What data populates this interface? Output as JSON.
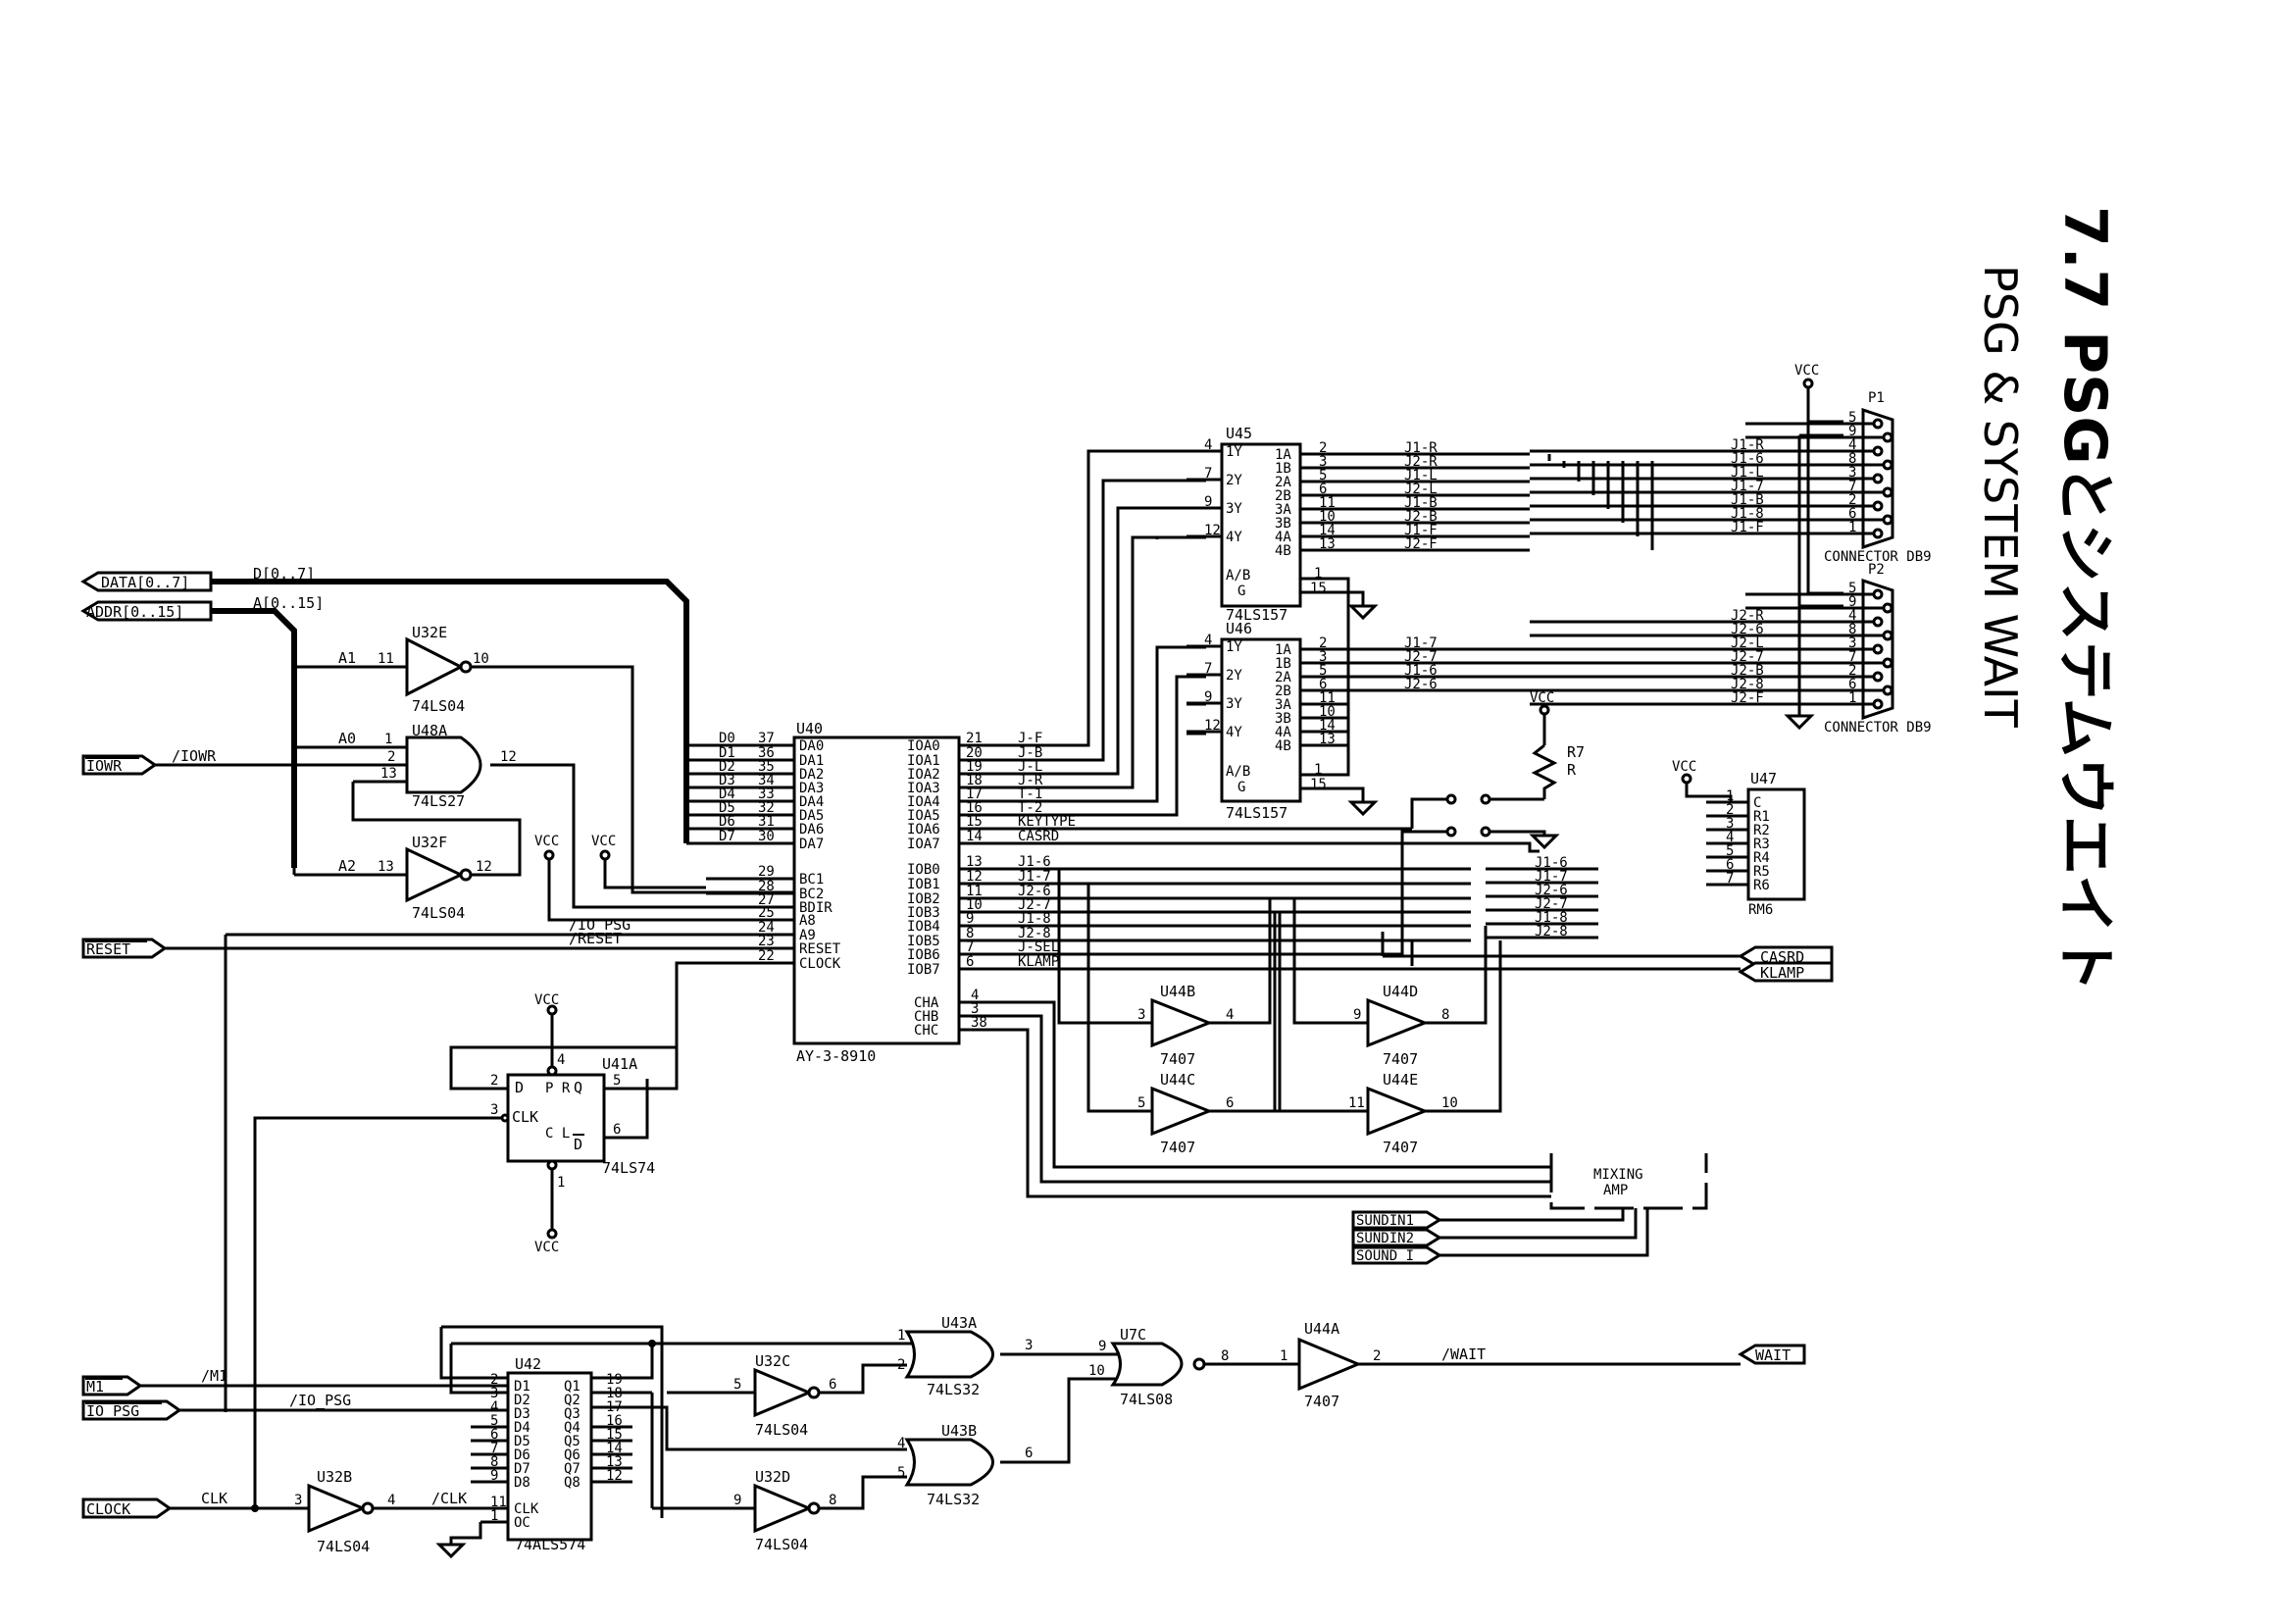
{
  "title": {
    "main": "7.7 PSGとシステムウエイト",
    "sub": "PSG & SYSTEM WAIT"
  },
  "ports": {
    "data": "DATA[0..7]",
    "addr": "ADDR[0..15]",
    "iowr": "IOWR",
    "reset": "RESET",
    "m1": "M1",
    "io_psg": "IO_PSG",
    "clock": "CLOCK",
    "wait": "WAIT",
    "casrd": "CASRD",
    "klamp": "KLAMP",
    "sundin1": "SUNDIN1",
    "sundin2": "SUNDIN2",
    "sound_i": "SOUND_I"
  },
  "nets": {
    "d_bus": "D[0..7]",
    "a_bus": "A[0..15]",
    "a1": "A1",
    "a0": "A0",
    "a2": "A2",
    "iowr": "/IOWR",
    "io_psg": "/IO_PSG",
    "reset": "/RESET",
    "m1": "/M1",
    "io_psg2": "/IO_PSG",
    "clk": "CLK",
    "clk_n": "/CLK",
    "wait": "/WAIT",
    "vcc": "VCC"
  },
  "parts": {
    "u32e": {
      "ref": "U32E",
      "type": "74LS04"
    },
    "u48a": {
      "ref": "U48A",
      "type": "74LS27"
    },
    "u32f": {
      "ref": "U32F",
      "type": "74LS04"
    },
    "u40": {
      "ref": "U40",
      "type": "AY-3-8910"
    },
    "u41a": {
      "ref": "U41A",
      "type": "74LS74"
    },
    "u45": {
      "ref": "U45",
      "type": "74LS157"
    },
    "u46": {
      "ref": "U46",
      "type": "74LS157"
    },
    "u44b": {
      "ref": "U44B",
      "type": "7407"
    },
    "u44c": {
      "ref": "U44C",
      "type": "7407"
    },
    "u44d": {
      "ref": "U44D",
      "type": "7407"
    },
    "u44e": {
      "ref": "U44E",
      "type": "7407"
    },
    "u44a": {
      "ref": "U44A",
      "type": "7407"
    },
    "u42": {
      "ref": "U42",
      "type": "74ALS574"
    },
    "u32c": {
      "ref": "U32C",
      "type": "74LS04"
    },
    "u32d": {
      "ref": "U32D",
      "type": "74LS04"
    },
    "u32b": {
      "ref": "U32B",
      "type": "74LS04"
    },
    "u43a": {
      "ref": "U43A",
      "type": "74LS32"
    },
    "u43b": {
      "ref": "U43B",
      "type": "74LS32"
    },
    "u7c": {
      "ref": "U7C",
      "type": "74LS08"
    },
    "u47": {
      "ref": "U47",
      "type": "RM6"
    },
    "r7": {
      "ref": "R7",
      "type": "R"
    },
    "p1": {
      "ref": "P1",
      "type": "CONNECTOR DB9"
    },
    "p2": {
      "ref": "P2",
      "type": "CONNECTOR DB9"
    },
    "mix": {
      "ref": "MIXING",
      "type": "AMP"
    }
  },
  "u40_left": [
    {
      "pin": "37",
      "sig": "D0",
      "name": "DA0"
    },
    {
      "pin": "36",
      "sig": "D1",
      "name": "DA1"
    },
    {
      "pin": "35",
      "sig": "D2",
      "name": "DA2"
    },
    {
      "pin": "34",
      "sig": "D3",
      "name": "DA3"
    },
    {
      "pin": "33",
      "sig": "D4",
      "name": "DA4"
    },
    {
      "pin": "32",
      "sig": "D5",
      "name": "DA5"
    },
    {
      "pin": "31",
      "sig": "D6",
      "name": "DA6"
    },
    {
      "pin": "30",
      "sig": "D7",
      "name": "DA7"
    },
    {
      "pin": "29",
      "sig": "",
      "name": "BC1"
    },
    {
      "pin": "28",
      "sig": "",
      "name": "BC2"
    },
    {
      "pin": "27",
      "sig": "",
      "name": "BDIR"
    },
    {
      "pin": "25",
      "sig": "",
      "name": "A8"
    },
    {
      "pin": "24",
      "sig": "",
      "name": "A9"
    },
    {
      "pin": "23",
      "sig": "",
      "name": "RESET"
    },
    {
      "pin": "22",
      "sig": "",
      "name": "CLOCK"
    }
  ],
  "u40_right": [
    {
      "pin": "21",
      "name": "IOA0",
      "sig": "J-F"
    },
    {
      "pin": "20",
      "name": "IOA1",
      "sig": "J-B"
    },
    {
      "pin": "19",
      "name": "IOA2",
      "sig": "J-L"
    },
    {
      "pin": "18",
      "name": "IOA3",
      "sig": "J-R"
    },
    {
      "pin": "17",
      "name": "IOA4",
      "sig": "T-1"
    },
    {
      "pin": "16",
      "name": "IOA5",
      "sig": "T-2"
    },
    {
      "pin": "15",
      "name": "IOA6",
      "sig": "KEYTYPE"
    },
    {
      "pin": "14",
      "name": "IOA7",
      "sig": "CASRD"
    },
    {
      "pin": "13",
      "name": "IOB0",
      "sig": "J1-6"
    },
    {
      "pin": "12",
      "name": "IOB1",
      "sig": "J1-7"
    },
    {
      "pin": "11",
      "name": "IOB2",
      "sig": "J2-6"
    },
    {
      "pin": "10",
      "name": "IOB3",
      "sig": "J2-7"
    },
    {
      "pin": "9",
      "name": "IOB4",
      "sig": "J1-8"
    },
    {
      "pin": "8",
      "name": "IOB5",
      "sig": "J2-8"
    },
    {
      "pin": "7",
      "name": "IOB6",
      "sig": "J-SEL"
    },
    {
      "pin": "6",
      "name": "IOB7",
      "sig": "KLAMP"
    }
  ],
  "u40_ch": [
    {
      "pin": "4",
      "name": "CHA"
    },
    {
      "pin": "3",
      "name": "CHB"
    },
    {
      "pin": "38",
      "name": "CHC"
    }
  ],
  "u45_out": [
    {
      "pin": "2",
      "name": "1A",
      "sig": "J1-R"
    },
    {
      "pin": "3",
      "name": "1B",
      "sig": "J2-R"
    },
    {
      "pin": "5",
      "name": "2A",
      "sig": "J1-L"
    },
    {
      "pin": "6",
      "name": "2B",
      "sig": "J2-L"
    },
    {
      "pin": "11",
      "name": "3A",
      "sig": "J1-B"
    },
    {
      "pin": "10",
      "name": "3B",
      "sig": "J2-B"
    },
    {
      "pin": "14",
      "name": "4A",
      "sig": "J1-F"
    },
    {
      "pin": "13",
      "name": "4B",
      "sig": "J2-F"
    }
  ],
  "u45_y": [
    {
      "pin": "4",
      "name": "1Y"
    },
    {
      "pin": "7",
      "name": "2Y"
    },
    {
      "pin": "9",
      "name": "3Y"
    },
    {
      "pin": "12",
      "name": "4Y"
    }
  ],
  "u46_out": [
    {
      "pin": "2",
      "name": "1A",
      "sig": "J1-7"
    },
    {
      "pin": "3",
      "name": "1B",
      "sig": "J2-7"
    },
    {
      "pin": "5",
      "name": "2A",
      "sig": "J1-6"
    },
    {
      "pin": "6",
      "name": "2B",
      "sig": "J2-6"
    },
    {
      "pin": "11",
      "name": "3A",
      "sig": ""
    },
    {
      "pin": "10",
      "name": "3B",
      "sig": ""
    },
    {
      "pin": "14",
      "name": "4A",
      "sig": ""
    },
    {
      "pin": "13",
      "name": "4B",
      "sig": ""
    }
  ],
  "u46_y": [
    {
      "pin": "4",
      "name": "1Y"
    },
    {
      "pin": "7",
      "name": "2Y"
    },
    {
      "pin": "9",
      "name": "3Y"
    },
    {
      "pin": "12",
      "name": "4Y"
    }
  ],
  "p1_pins": [
    {
      "pin": "5",
      "sig": ""
    },
    {
      "pin": "9",
      "sig": ""
    },
    {
      "pin": "4",
      "sig": "J1-R"
    },
    {
      "pin": "8",
      "sig": "J1-6"
    },
    {
      "pin": "3",
      "sig": "J1-L"
    },
    {
      "pin": "7",
      "sig": "J1-7"
    },
    {
      "pin": "2",
      "sig": "J1-B"
    },
    {
      "pin": "6",
      "sig": "J1-8"
    },
    {
      "pin": "1",
      "sig": "J1-F"
    }
  ],
  "p2_pins": [
    {
      "pin": "5",
      "sig": ""
    },
    {
      "pin": "9",
      "sig": ""
    },
    {
      "pin": "4",
      "sig": "J2-R"
    },
    {
      "pin": "8",
      "sig": "J2-6"
    },
    {
      "pin": "3",
      "sig": "J2-L"
    },
    {
      "pin": "7",
      "sig": "J2-7"
    },
    {
      "pin": "2",
      "sig": "J2-B"
    },
    {
      "pin": "6",
      "sig": "J2-8"
    },
    {
      "pin": "1",
      "sig": "J2-F"
    }
  ],
  "u47_pins": [
    {
      "pin": "1",
      "name": "C"
    },
    {
      "pin": "2",
      "name": "R1"
    },
    {
      "pin": "3",
      "name": "R2"
    },
    {
      "pin": "4",
      "name": "R3"
    },
    {
      "pin": "5",
      "name": "R4"
    },
    {
      "pin": "6",
      "name": "R5"
    },
    {
      "pin": "7",
      "name": "R6"
    }
  ],
  "jnets_bottom": [
    "J1-6",
    "J1-7",
    "J2-6",
    "J2-7",
    "J1-8",
    "J2-8"
  ],
  "u42_rows": [
    {
      "lpin": "2",
      "ln": "D1",
      "rn": "Q1",
      "rpin": "19"
    },
    {
      "lpin": "3",
      "ln": "D2",
      "rn": "Q2",
      "rpin": "18"
    },
    {
      "lpin": "4",
      "ln": "D3",
      "rn": "Q3",
      "rpin": "17"
    },
    {
      "lpin": "5",
      "ln": "D4",
      "rn": "Q4",
      "rpin": "16"
    },
    {
      "lpin": "6",
      "ln": "D5",
      "rn": "Q5",
      "rpin": "15"
    },
    {
      "lpin": "7",
      "ln": "D6",
      "rn": "Q6",
      "rpin": "14"
    },
    {
      "lpin": "8",
      "ln": "D7",
      "rn": "Q7",
      "rpin": "13"
    },
    {
      "lpin": "9",
      "ln": "D8",
      "rn": "Q8",
      "rpin": "12"
    }
  ],
  "u42_ctrl": [
    {
      "pin": "11",
      "name": "CLK"
    },
    {
      "pin": "1",
      "name": "OC"
    }
  ],
  "u41a_pins": {
    "d": "D",
    "pr": "P R",
    "q": "Q",
    "clk": "CLK",
    "cl": "C L",
    "qn": "D",
    "p2": "2",
    "p3": "3",
    "p4": "4",
    "p5": "5",
    "p6": "6",
    "p1": "1"
  },
  "gate_pins": {
    "u32e": [
      "11",
      "10"
    ],
    "u48a": [
      "1",
      "2",
      "13",
      "12"
    ],
    "u32f": [
      "13",
      "12"
    ],
    "u32b": [
      "3",
      "4"
    ],
    "u32c": [
      "5",
      "6"
    ],
    "u32d": [
      "9",
      "8"
    ],
    "u43a": [
      "1",
      "2",
      "3"
    ],
    "u43b": [
      "4",
      "5",
      "6"
    ],
    "u7c": [
      "9",
      "10",
      "8"
    ],
    "u44a": [
      "1",
      "2"
    ],
    "u44b": [
      "3",
      "4"
    ],
    "u44c": [
      "5",
      "6"
    ],
    "u44d": [
      "9",
      "8"
    ],
    "u44e": [
      "11",
      "10"
    ],
    "u45": [
      "1",
      "15",
      "A/B",
      "G"
    ],
    "u46": [
      "1",
      "15",
      "A/B",
      "G"
    ]
  }
}
